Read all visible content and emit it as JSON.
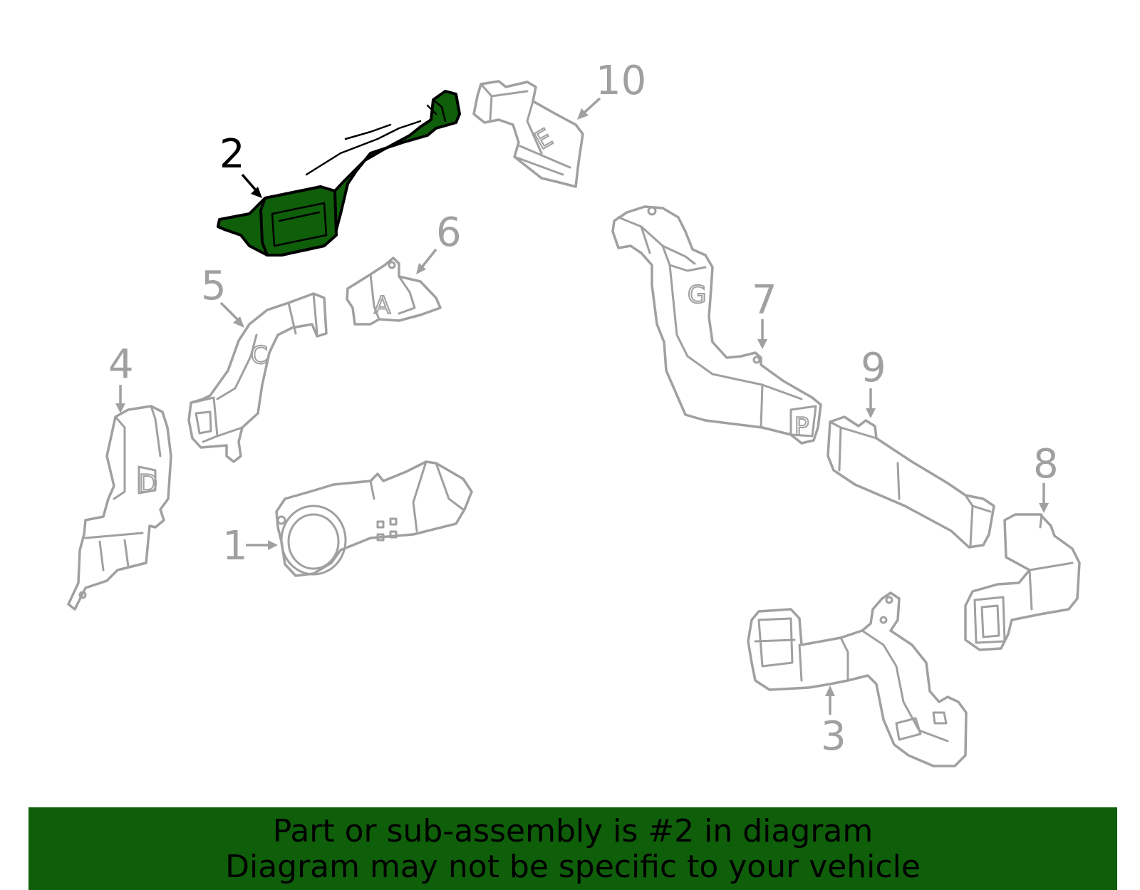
{
  "diagram": {
    "callouts": {
      "c1": "1",
      "c2": "2",
      "c3": "3",
      "c4": "4",
      "c5": "5",
      "c6": "6",
      "c7": "7",
      "c8": "8",
      "c9": "9",
      "c10": "10"
    },
    "part_letters": {
      "a": "A",
      "c": "C",
      "d": "D",
      "e": "E",
      "g": "G",
      "p": "P"
    },
    "highlighted_part": "2",
    "colors": {
      "highlight_fill": "#0f5e0a",
      "part_outline": "#a0a0a0",
      "banner_background": "#0f5e0a"
    }
  },
  "banner": {
    "line1": "Part or sub-assembly is #2 in diagram",
    "line2": "Diagram may not be specific to your vehicle"
  }
}
